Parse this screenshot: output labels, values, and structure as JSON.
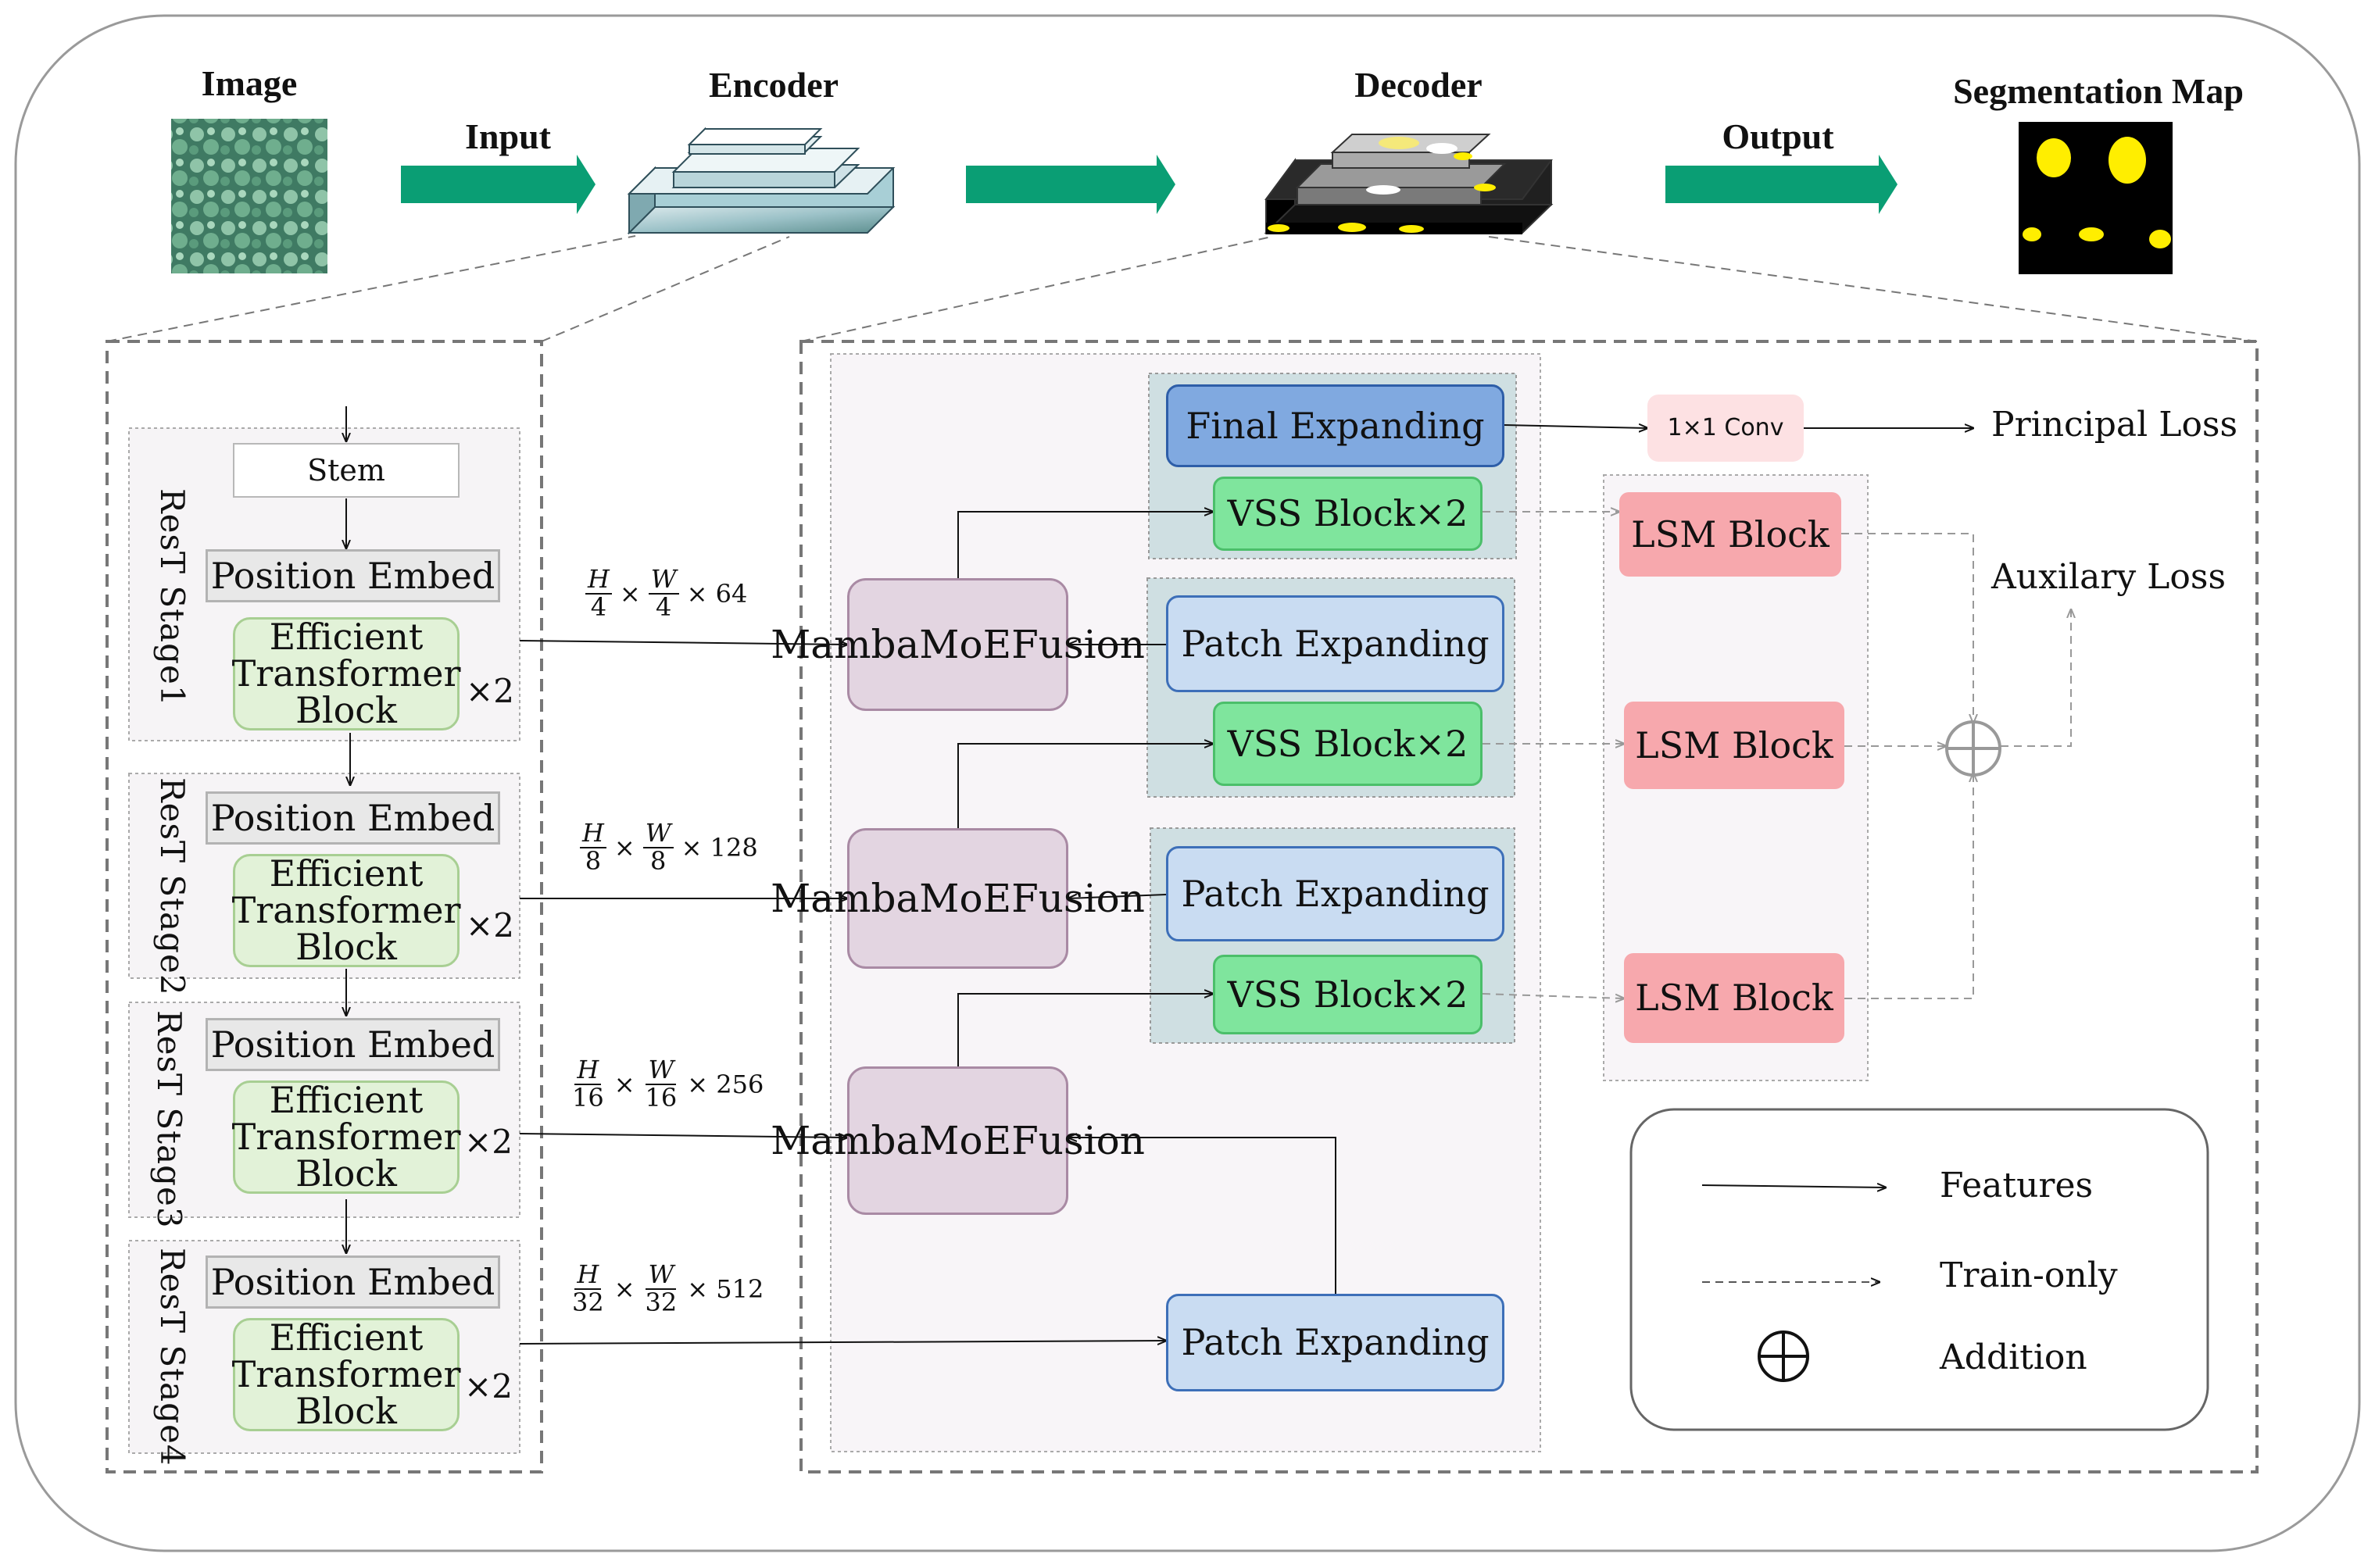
{
  "top": {
    "image_label": "Image",
    "input_label": "Input",
    "encoder_label": "Encoder",
    "decoder_label": "Decoder",
    "output_label": "Output",
    "segmap_label": "Segmentation Map"
  },
  "encoder": {
    "stem": "Stem",
    "stages": [
      {
        "name": "ResT Stage1",
        "pos": "Position Embed",
        "block": "Efficient Transformer Block",
        "repeat": "×2",
        "dims": {
          "h_den": "4",
          "w_den": "4",
          "ch": "× 64"
        }
      },
      {
        "name": "ResT Stage2",
        "pos": "Position Embed",
        "block": "Efficient Transformer Block",
        "repeat": "×2",
        "dims": {
          "h_den": "8",
          "w_den": "8",
          "ch": "× 128"
        }
      },
      {
        "name": "ResT Stage3",
        "pos": "Position Embed",
        "block": "Efficient Transformer Block",
        "repeat": "×2",
        "dims": {
          "h_den": "16",
          "w_den": "16",
          "ch": "× 256"
        }
      },
      {
        "name": "ResT Stage4",
        "pos": "Position Embed",
        "block": "Efficient Transformer Block",
        "repeat": "×2",
        "dims": {
          "h_den": "32",
          "w_den": "32",
          "ch": "× 512"
        }
      }
    ],
    "dim_h": "H",
    "dim_w": "W",
    "dim_times": "×"
  },
  "decoder": {
    "final_expanding": "Final Expanding",
    "conv": "1×1 Conv",
    "principal_loss": "Principal Loss",
    "auxiliary_loss": "Auxilary Loss",
    "vss": "VSS Block×2",
    "patch_expanding": "Patch Expanding",
    "mamba": "MambaMoEFusion",
    "lsm": "LSM Block"
  },
  "legend": {
    "features": "Features",
    "train_only": "Train-only",
    "addition": "Addition"
  },
  "colors": {
    "arrow_green": "#0a9e74",
    "seg_yellow": "#ffee00"
  }
}
